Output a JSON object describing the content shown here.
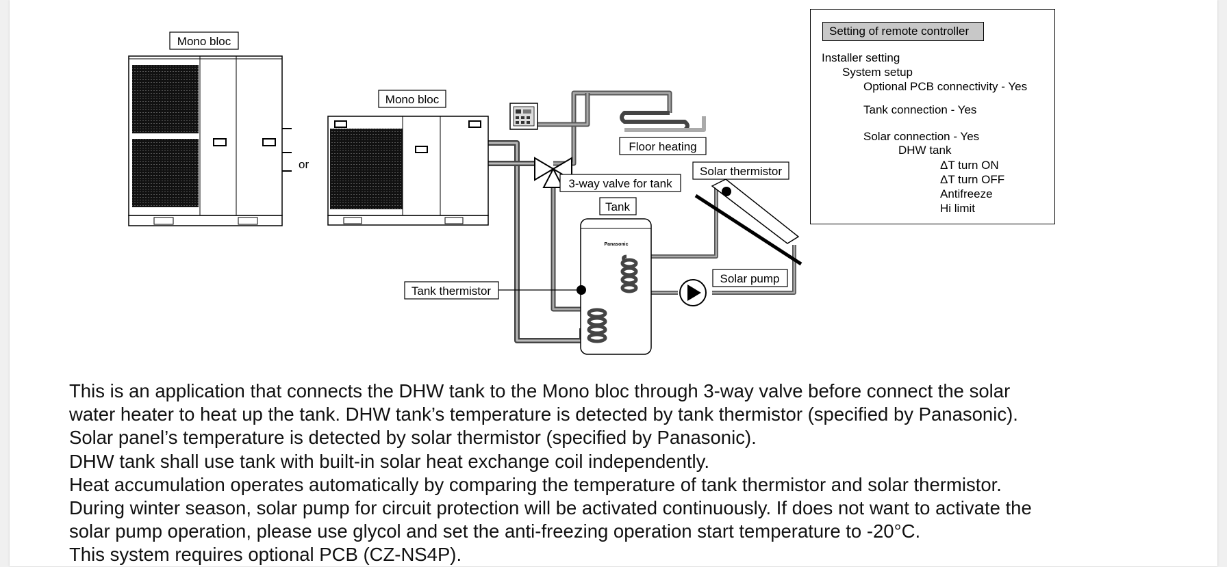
{
  "diagram": {
    "labels": {
      "mono_bloc_1": "Mono bloc",
      "mono_bloc_2": "Mono bloc",
      "or": "or",
      "floor_heating": "Floor heating",
      "solar_thermistor": "Solar thermistor",
      "three_way_valve": "3-way valve for tank",
      "tank": "Tank",
      "tank_thermistor": "Tank thermistor",
      "solar_pump": "Solar pump",
      "tank_brand": "Panasonic"
    }
  },
  "settings": {
    "title": "Setting of remote controller",
    "lines": [
      "Installer setting",
      "System setup",
      "Optional PCB connectivity - Yes",
      "Tank connection - Yes",
      "Solar connection - Yes",
      "DHW tank",
      "ΔT turn ON",
      "ΔT turn OFF",
      "Antifreeze",
      "Hi limit"
    ]
  },
  "description": [
    "This is an application that connects the DHW tank to the Mono bloc through 3-way valve before connect the solar",
    "water heater to heat up the tank. DHW tank’s temperature is detected by tank thermistor (specified by Panasonic).",
    "Solar panel’s temperature is detected by solar thermistor (specified by Panasonic).",
    "DHW tank shall use tank with built-in solar heat exchange coil independently.",
    "Heat accumulation operates automatically by comparing the temperature of tank thermistor and solar thermistor.",
    "During winter season, solar pump for circuit protection will be activated continuously. If does not want to activate the",
    "solar pump operation, please use glycol and set the anti-freezing operation start temperature to -20°C.",
    "This system requires optional PCB (CZ-NS4P)."
  ]
}
